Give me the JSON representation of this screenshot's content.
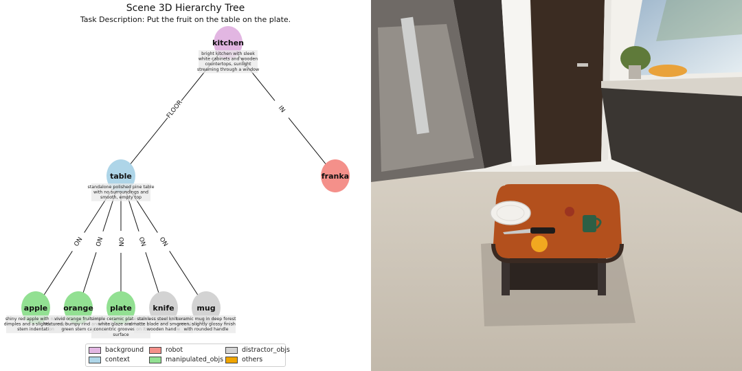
{
  "title": "Scene 3D Hierarchy Tree",
  "task": "Task Description: Put the fruit on the table on the plate.",
  "nodes": {
    "kitchen": {
      "label": "kitchen",
      "desc": [
        "bright kitchen with sleek",
        "white cabinets and wooden",
        "countertops, sunlight",
        "streaming through a window"
      ],
      "color": "#e2b6e2"
    },
    "franka": {
      "label": "franka",
      "desc": [],
      "color": "#f4908a"
    },
    "table": {
      "label": "table",
      "desc": [
        "standalone polished pine table",
        "with no surroundings and",
        "smooth, empty top"
      ],
      "color": "#aed5e8"
    },
    "apple": {
      "label": "apple",
      "desc": [
        "shiny red apple with natural",
        "dimples and a slightly curved",
        "stem indentation"
      ],
      "color": "#92e092"
    },
    "orange": {
      "label": "orange",
      "desc": [
        "vivid orange fruit with",
        "textured, bumpy rind and small",
        "green stem cap"
      ],
      "color": "#92e092"
    },
    "plate": {
      "label": "plate",
      "desc": [
        "simple ceramic plate with a",
        "white glaze and faint",
        "concentric grooves on its",
        "surface"
      ],
      "color": "#92e092"
    },
    "knife": {
      "label": "knife",
      "desc": [
        "stainless steel knife with",
        "a matte blade and smooth black",
        "wooden handle"
      ],
      "color": "#d3d3d3"
    },
    "mug": {
      "label": "mug",
      "desc": [
        "ceramic mug in deep forest",
        "green, slightly glossy finish",
        "with rounded handle"
      ],
      "color": "#d3d3d3"
    }
  },
  "edges": [
    {
      "from": "kitchen",
      "to": "table",
      "label": "FLOOR"
    },
    {
      "from": "kitchen",
      "to": "franka",
      "label": "IN"
    },
    {
      "from": "table",
      "to": "apple",
      "label": "ON"
    },
    {
      "from": "table",
      "to": "orange",
      "label": "ON"
    },
    {
      "from": "table",
      "to": "plate",
      "label": "ON"
    },
    {
      "from": "table",
      "to": "knife",
      "label": "ON"
    },
    {
      "from": "table",
      "to": "mug",
      "label": "ON"
    }
  ],
  "legend": [
    {
      "label": "background",
      "color": "#e2b6e2"
    },
    {
      "label": "robot",
      "color": "#f4908a"
    },
    {
      "label": "distractor_objs",
      "color": "#d3d3d3"
    },
    {
      "label": "context",
      "color": "#aed5e8"
    },
    {
      "label": "manipulated_objs",
      "color": "#92e092"
    },
    {
      "label": "others",
      "color": "#f0a500"
    }
  ],
  "photo": {
    "colors": {
      "wall": "#f1efea",
      "floor": "#c9c1b3",
      "door": "#3a2c22",
      "table_top": "#b4501c",
      "table_base": "#2f2620",
      "counter": "#3b3632"
    },
    "objects": [
      "plate-icon",
      "knife-icon",
      "apple-icon",
      "orange-icon",
      "mug-icon"
    ]
  }
}
